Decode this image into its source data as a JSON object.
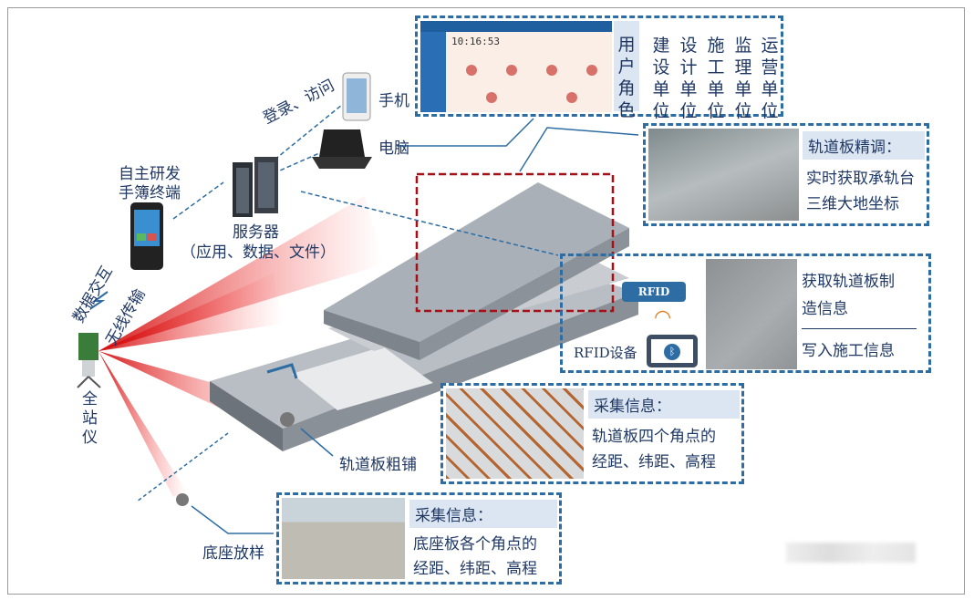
{
  "roles": {
    "header": "用户角色",
    "items": [
      "建设单位",
      "设计单位",
      "施工单位",
      "监理单位",
      "运营单位"
    ]
  },
  "screen": {
    "clock": "10:16:53"
  },
  "access": {
    "label": "登录、访问",
    "phone": "手机",
    "pc": "电脑"
  },
  "server": {
    "title": "服务器",
    "subtitle": "（应用、数据、文件）"
  },
  "handheld": {
    "line1": "自主研发",
    "line2": "手簿终端"
  },
  "wireless": {
    "line1": "数据交互",
    "line2": "无线传输"
  },
  "station": {
    "label": "全站仪"
  },
  "fine": {
    "header": "轨道板精调：",
    "line1": "实时获取承轨台",
    "line2": "三维大地坐标"
  },
  "rfid": {
    "tag": "RFID",
    "device": "RFID设备",
    "line1": "获取轨道板制",
    "line2": "造信息",
    "line3": "写入施工信息"
  },
  "rough": {
    "label": "轨道板粗铺",
    "header": "采集信息：",
    "line1": "轨道板四个角点的",
    "line2": "经距、纬距、高程"
  },
  "base": {
    "label": "底座放样",
    "header": "采集信息：",
    "line1": "底座板各个角点的",
    "line2": "经距、纬距、高程"
  },
  "colors": {
    "dash": "#2e6da4",
    "red": "#c00000",
    "text": "#1f3864",
    "header_bg": "#dce6f2"
  }
}
